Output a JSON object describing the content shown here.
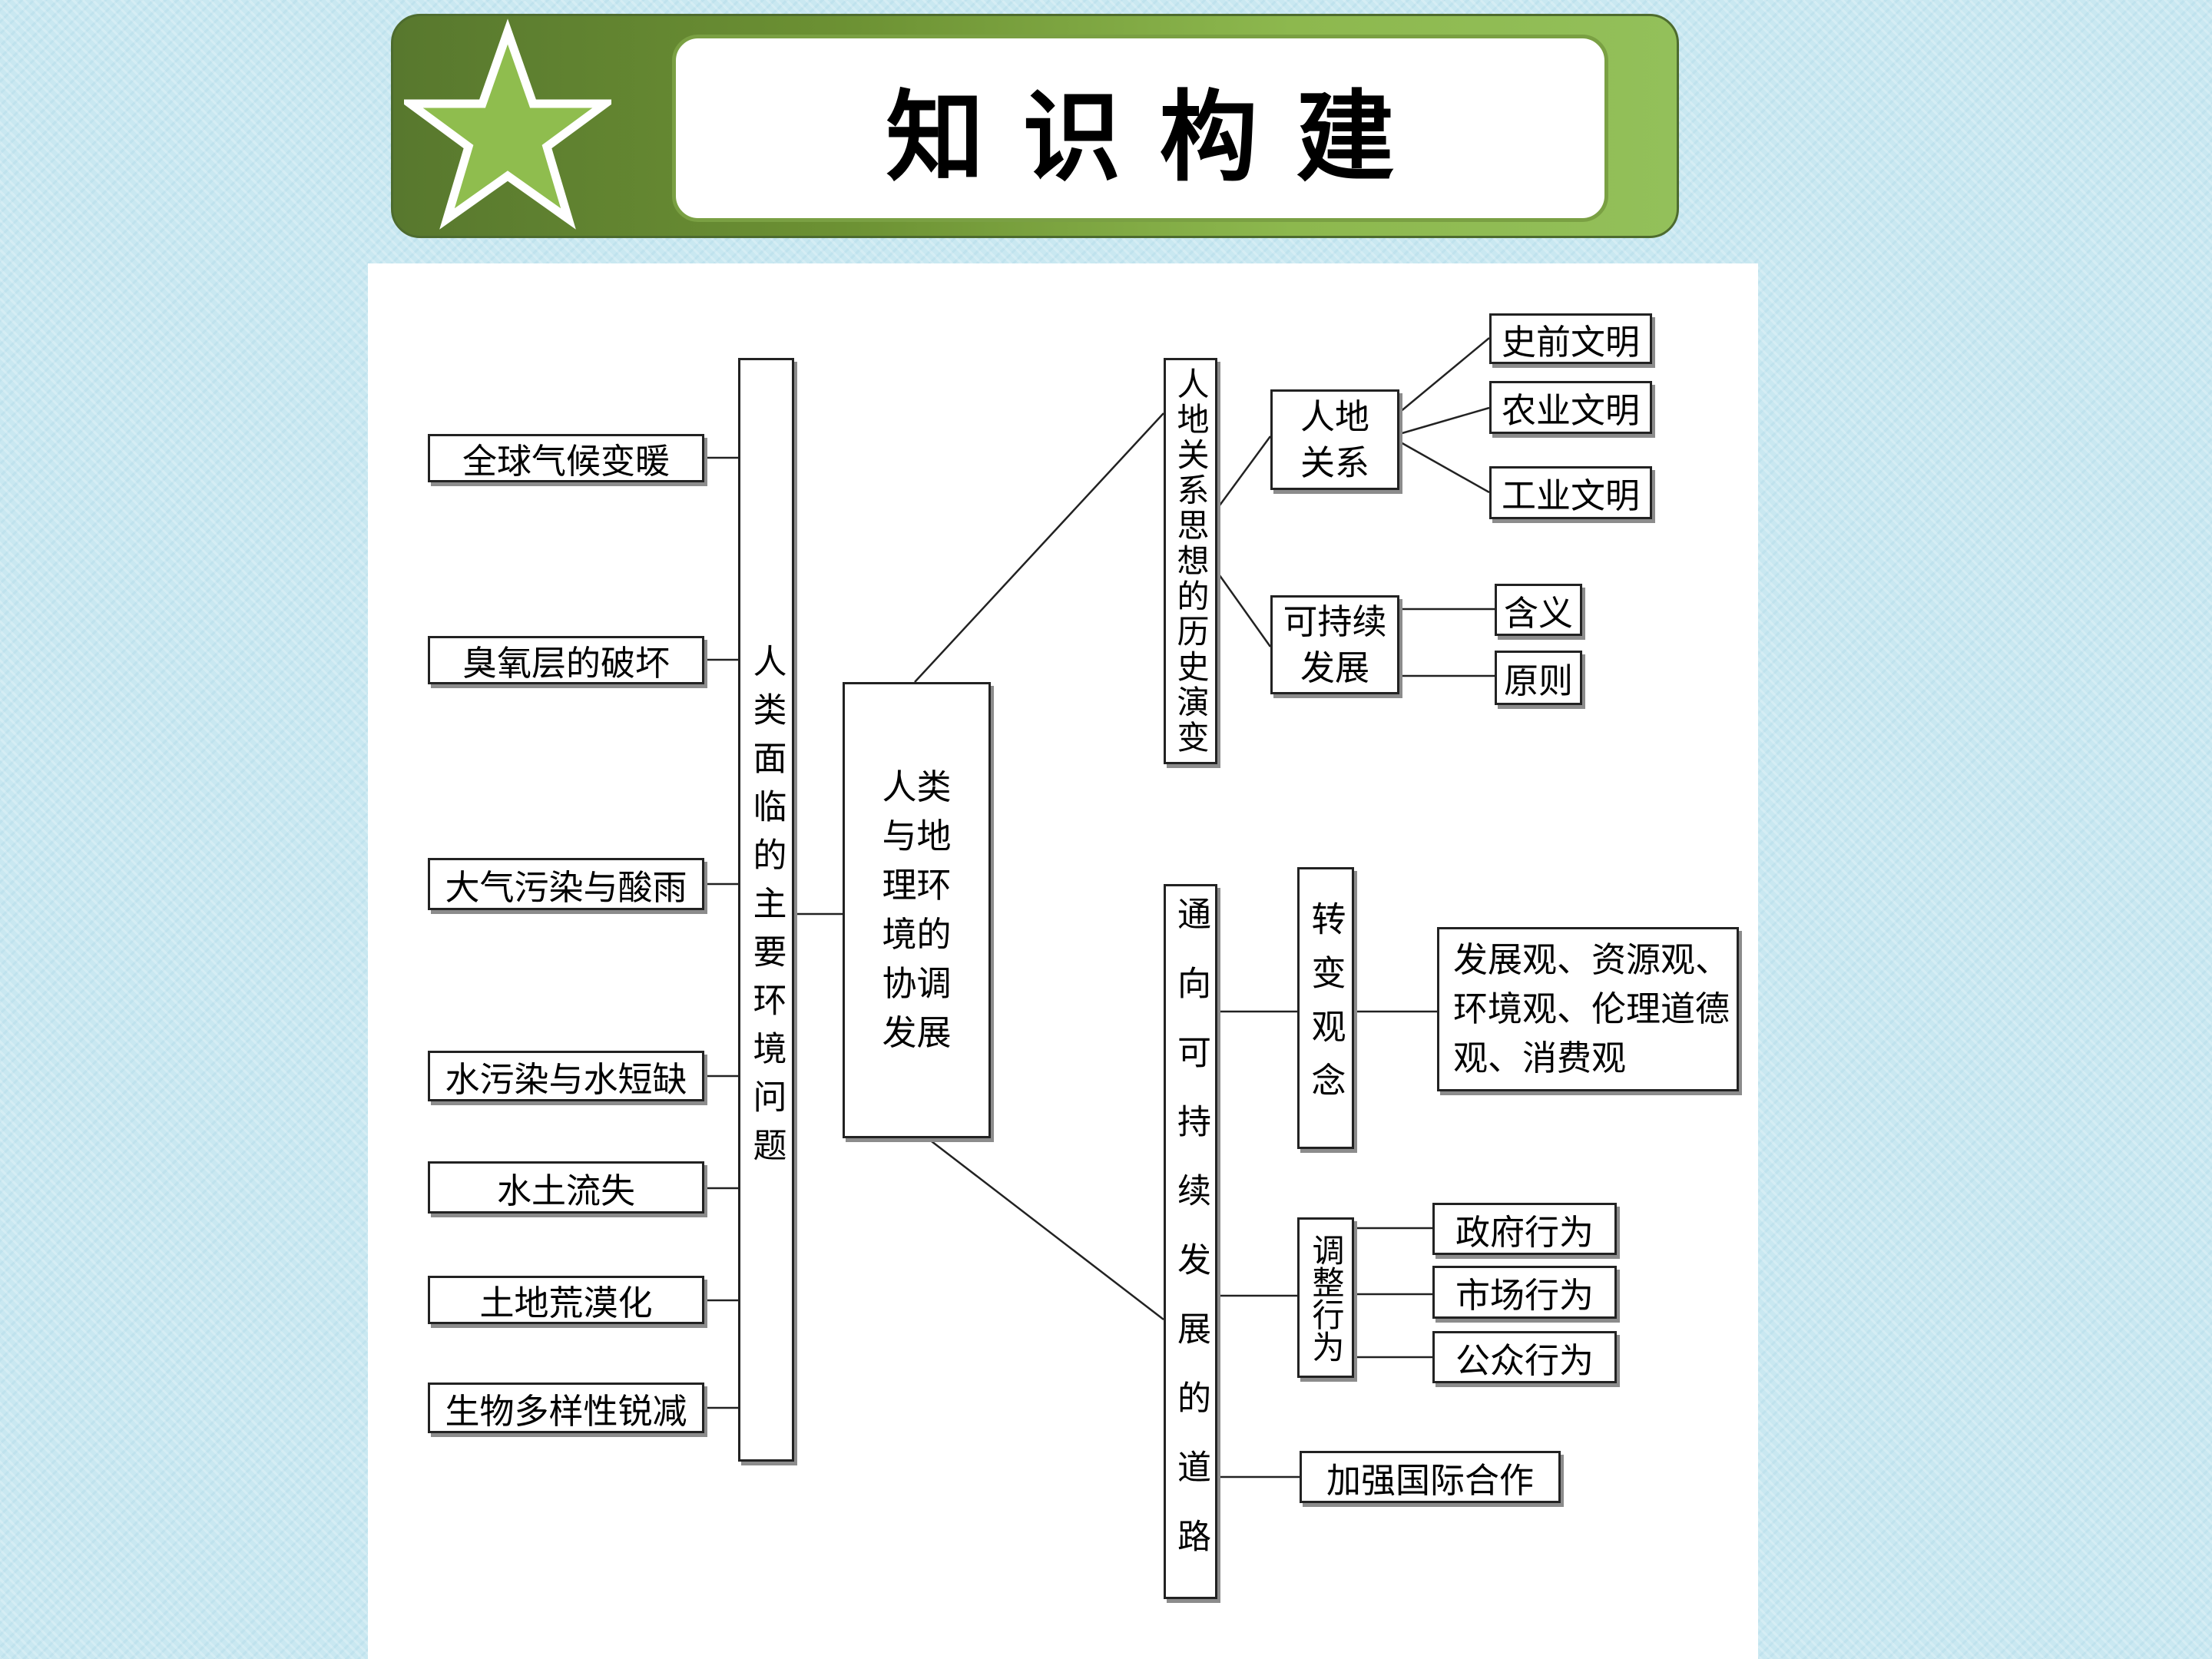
{
  "header": {
    "title": "知识构建"
  },
  "diagram": {
    "center": "人类与地理环境的协调发展",
    "problems": {
      "title": "人类面临的主要环境问题",
      "items": [
        "全球气候变暖",
        "臭氧层的破坏",
        "大气污染与酸雨",
        "水污染与水短缺",
        "水土流失",
        "土地荒漠化",
        "生物多样性锐减"
      ]
    },
    "history": {
      "title": "人地关系思想的历史演变",
      "relation": {
        "label": "人地关系",
        "items": [
          "史前文明",
          "农业文明",
          "工业文明"
        ]
      },
      "sustainable": {
        "label": "可持续发展",
        "items": [
          "含义",
          "原则"
        ]
      }
    },
    "road": {
      "title": "通向可持续发展的道路",
      "concepts": {
        "label": "转变观念",
        "text": "发展观、资源观、环境观、伦理道德观、消费观"
      },
      "behavior": {
        "label": "调整行为",
        "items": [
          "政府行为",
          "市场行为",
          "公众行为"
        ]
      },
      "international": "加强国际合作"
    }
  }
}
